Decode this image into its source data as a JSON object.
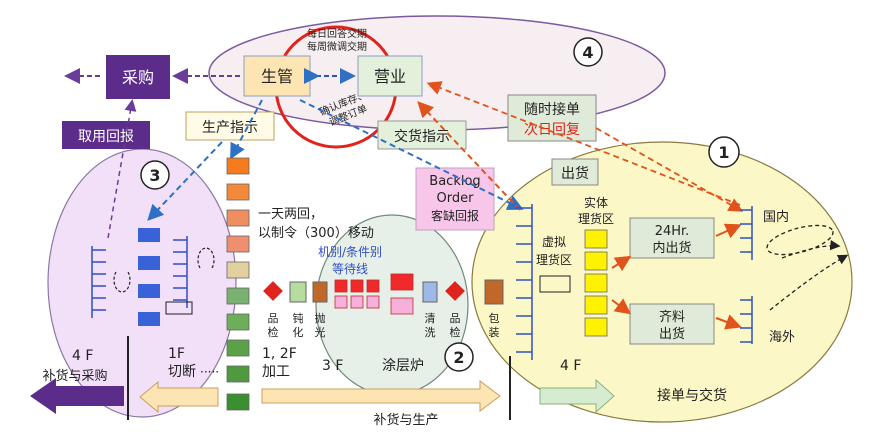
{
  "boxes": {
    "purchase": "采购",
    "production_mgmt": "生管",
    "sales": "营业",
    "reply_daily": "每日回答交期",
    "reply_weekly": "每周微调交期",
    "confirm_stock": "确认库存、",
    "adjust_order": "调整订单",
    "feedback": "取用回报",
    "prod_instruction": "生产指示",
    "delivery_instruction": "交货指示",
    "take_order": "随时接单",
    "next_day_reply": "次日回复",
    "backlog1": "Backlog",
    "backlog2": "Order",
    "backlog3": "客缺回报",
    "shipping": "出货",
    "hr24_1": "24Hr.",
    "hr24_2": "内出货",
    "complete_1": "齐料",
    "complete_2": "出货"
  },
  "numbers": {
    "n1": "1",
    "n2": "2",
    "n3": "3",
    "n4": "4"
  },
  "labels": {
    "twice_daily": "一天两回，",
    "move_by_order": "以制令（300）移动",
    "machine_wait1": "机别/条件别",
    "machine_wait2": "等待线",
    "solid_zone1": "实体",
    "solid_zone2": "理货区",
    "virtual_zone1": "虚拟",
    "virtual_zone2": "理货区",
    "domestic": "国内",
    "overseas": "海外",
    "inspect1": "品",
    "inspect2": "检",
    "passiv1": "钝",
    "passiv2": "化",
    "polish1": "抛",
    "polish2": "光",
    "clean1": "清",
    "clean2": "洗",
    "inspect3": "品",
    "inspect4": "检",
    "pack1": "包",
    "pack2": "装",
    "f4_left": "4 F",
    "f1": "1F",
    "cutting": "切断",
    "dots": "·····",
    "f12": "1, 2F",
    "processing": "加工",
    "f3": "3 F",
    "coating_furnace": "涂层炉",
    "f4_right": "4 F",
    "replenish_purchase": "补货与采购",
    "replenish_production": "补货与生产",
    "order_delivery": "接单与交货"
  },
  "colors": {
    "purple": "#5b2c8a",
    "blue": "#2f4fc4",
    "red": "#e0231c",
    "orange": "#f5a623",
    "yellow": "#fff200",
    "lightgreen": "#d9ead3",
    "pink": "#f7c6e8"
  }
}
